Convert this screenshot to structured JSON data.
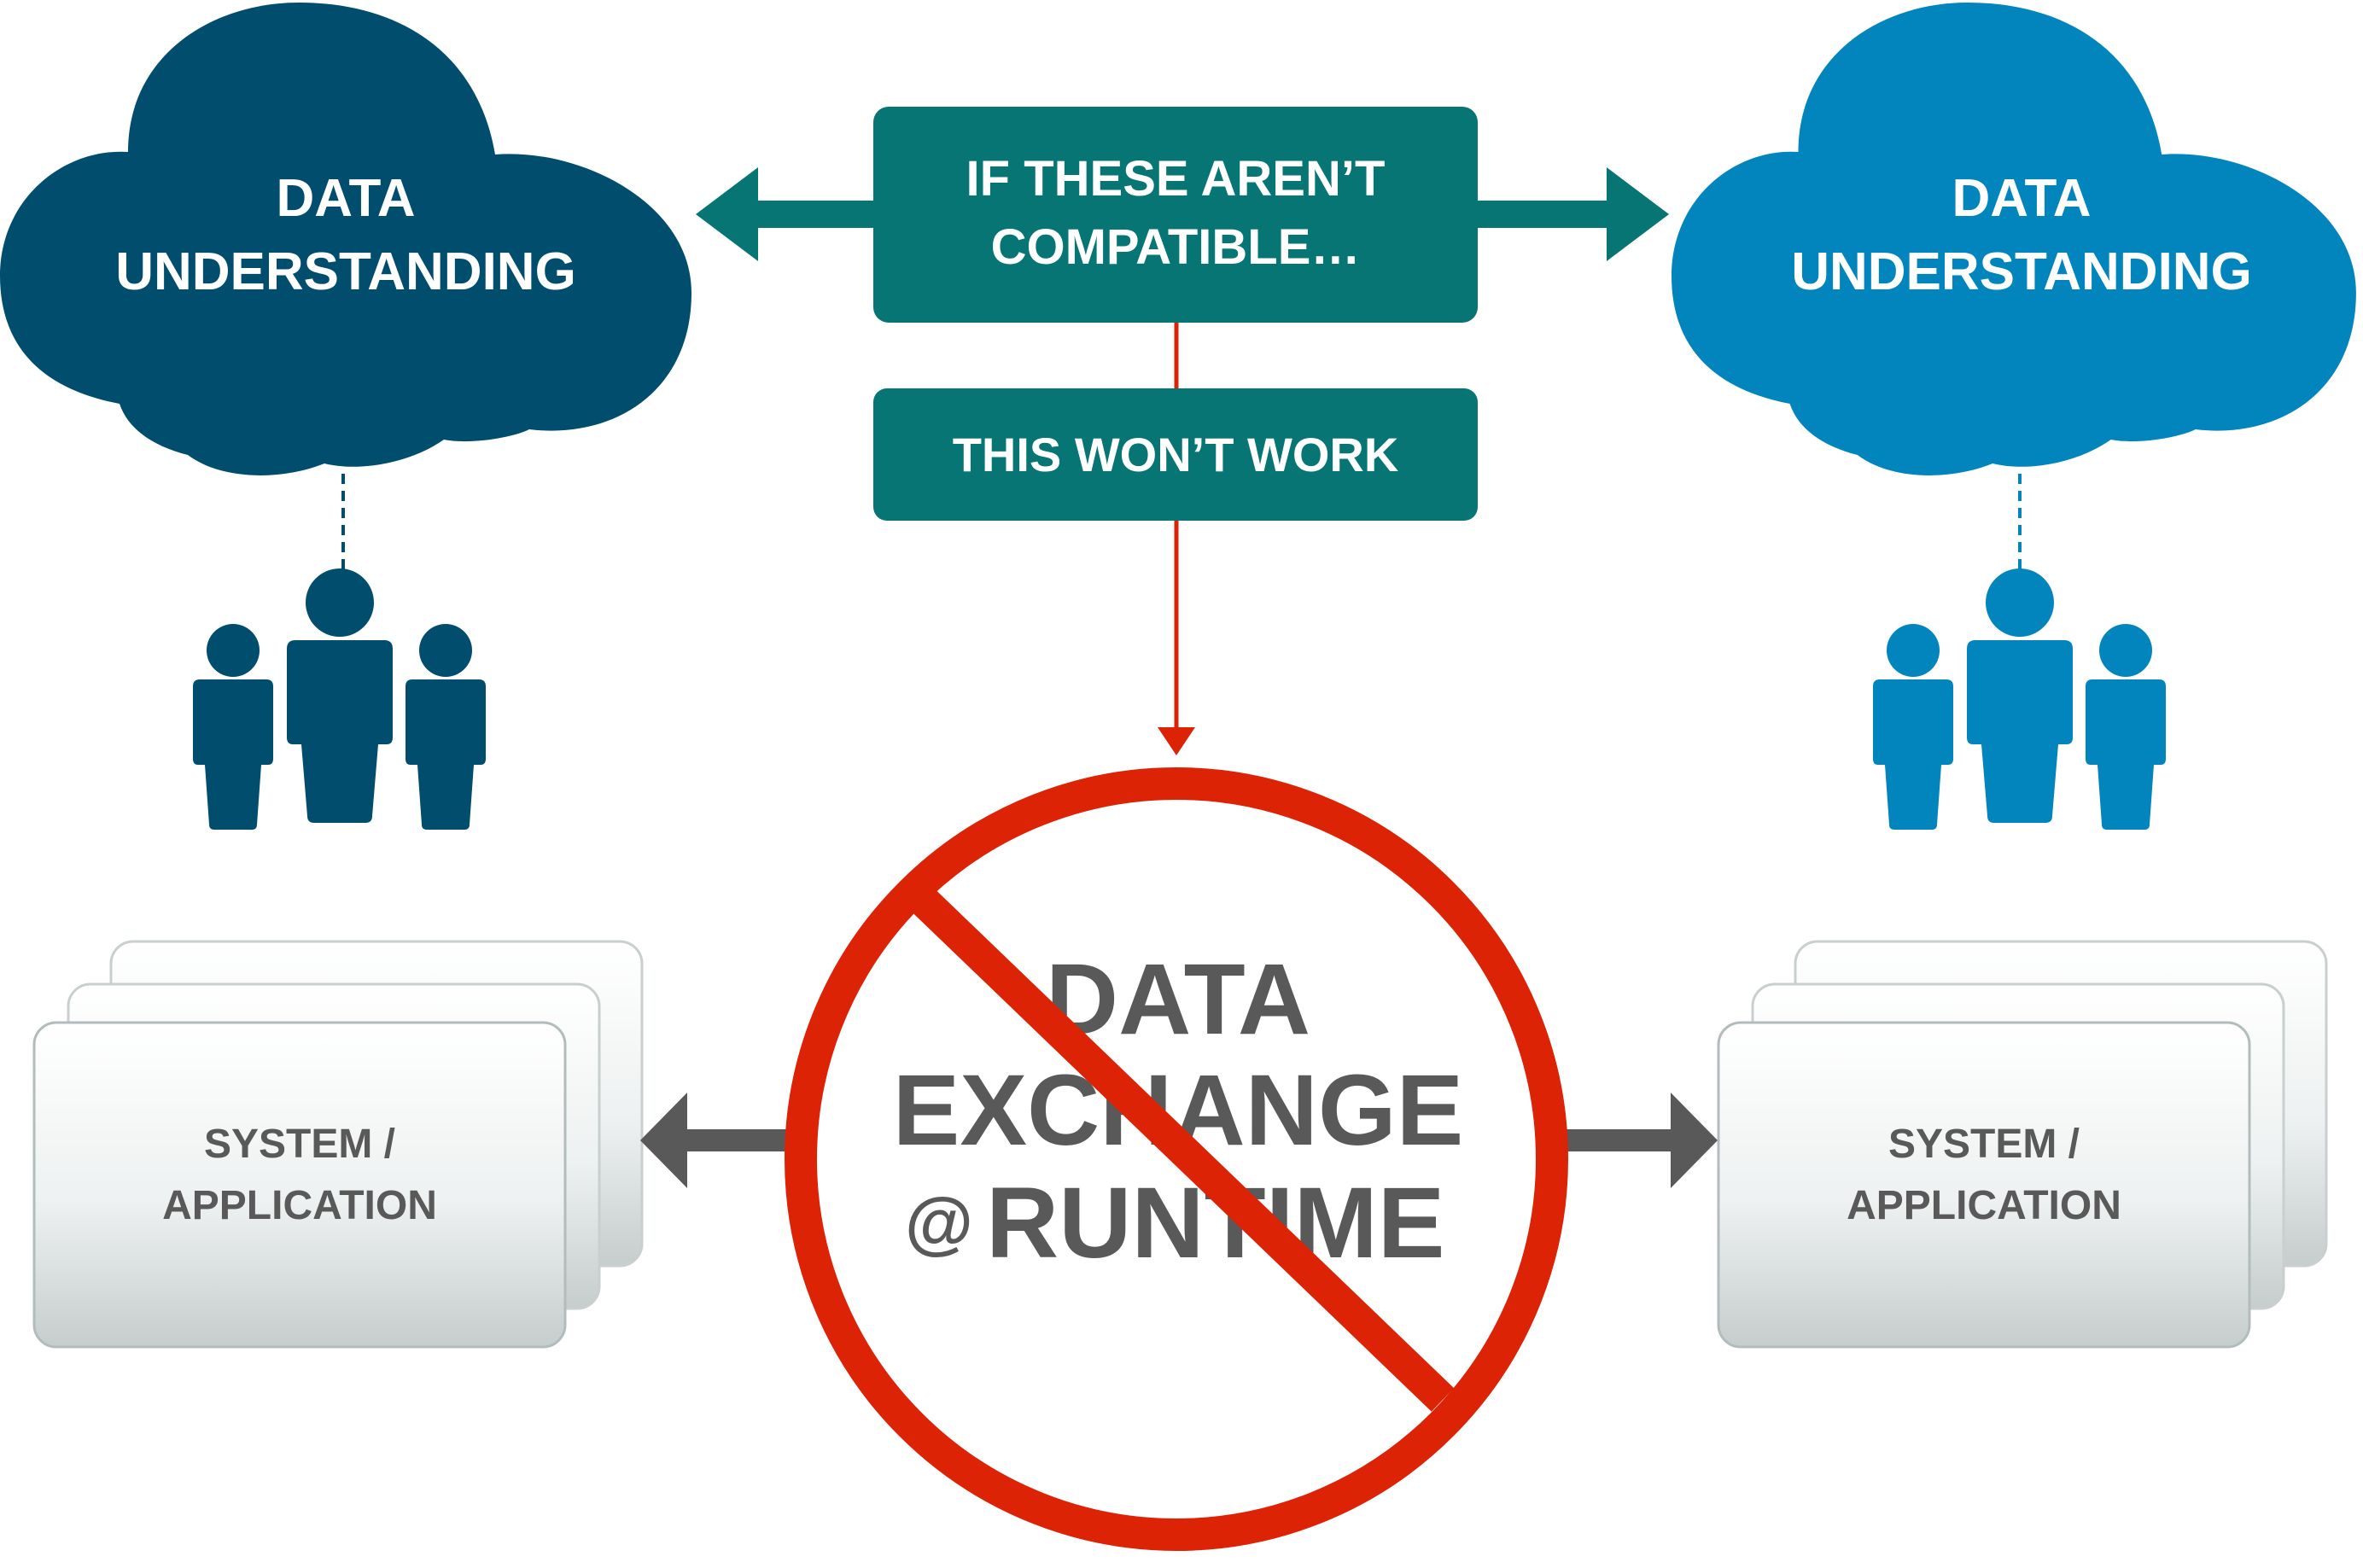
{
  "left_cloud": {
    "line1": "DATA",
    "line2": "UNDERSTANDING",
    "color": "#004d6e"
  },
  "right_cloud": {
    "line1": "DATA",
    "line2": "UNDERSTANDING",
    "color": "#0285bd"
  },
  "compat_box": {
    "line1": "IF THESE AREN’T",
    "line2": "COMPATIBLE…",
    "color": "#077574"
  },
  "wont_work_box": {
    "label": "THIS WON’T WORK",
    "color": "#077574"
  },
  "left_system": {
    "line1": "SYSTEM /",
    "line2": "APPLICATION"
  },
  "right_system": {
    "line1": "SYSTEM /",
    "line2": "APPLICATION"
  },
  "exchange": {
    "line1": "DATA",
    "line2": "EXCHANGE",
    "at": "@",
    "line3": "RUNTIME"
  },
  "colors": {
    "prohibition_red": "#dd2305",
    "arrow_gray": "#595959",
    "text_gray": "#595959",
    "left_people": "#004d6e",
    "right_people": "#0285bd"
  },
  "icons": {
    "left_people": "people-group-icon",
    "right_people": "people-group-icon",
    "prohibition": "prohibition-sign-icon"
  }
}
